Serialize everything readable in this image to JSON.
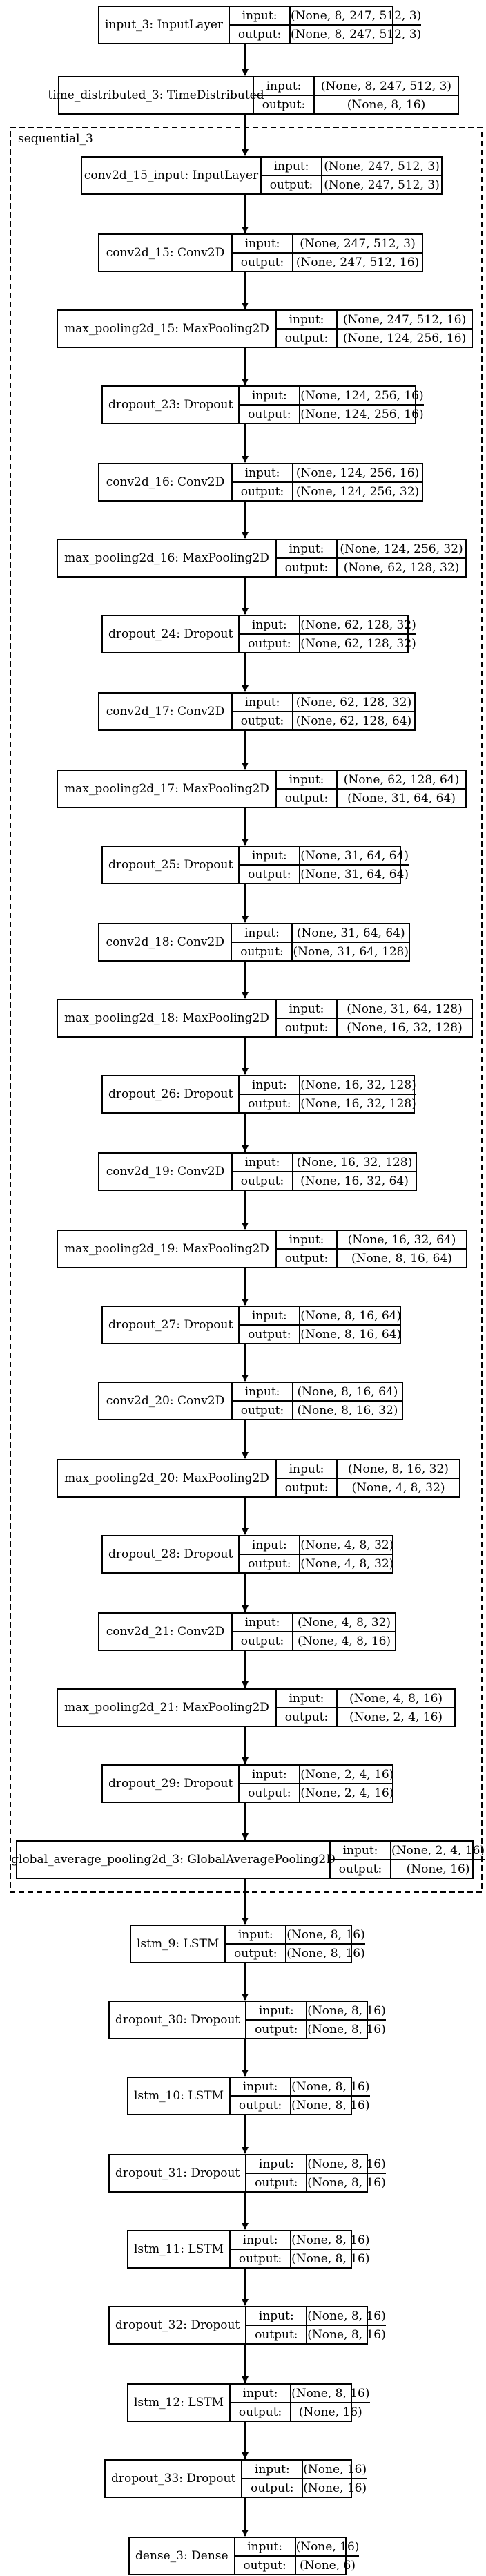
{
  "cluster": {
    "label": "sequential_3"
  },
  "layers": [
    {
      "name": "input_3: InputLayer",
      "input": "(None, 8, 247, 512, 3)",
      "output": "(None, 8, 247, 512, 3)"
    },
    {
      "name": "time_distributed_3: TimeDistributed",
      "input": "(None, 8, 247, 512, 3)",
      "output": "(None, 8, 16)"
    },
    {
      "name": "conv2d_15_input: InputLayer",
      "input": "(None, 247, 512, 3)",
      "output": "(None, 247, 512, 3)"
    },
    {
      "name": "conv2d_15: Conv2D",
      "input": "(None, 247, 512, 3)",
      "output": "(None, 247, 512, 16)"
    },
    {
      "name": "max_pooling2d_15: MaxPooling2D",
      "input": "(None, 247, 512, 16)",
      "output": "(None, 124, 256, 16)"
    },
    {
      "name": "dropout_23: Dropout",
      "input": "(None, 124, 256, 16)",
      "output": "(None, 124, 256, 16)"
    },
    {
      "name": "conv2d_16: Conv2D",
      "input": "(None, 124, 256, 16)",
      "output": "(None, 124, 256, 32)"
    },
    {
      "name": "max_pooling2d_16: MaxPooling2D",
      "input": "(None, 124, 256, 32)",
      "output": "(None, 62, 128, 32)"
    },
    {
      "name": "dropout_24: Dropout",
      "input": "(None, 62, 128, 32)",
      "output": "(None, 62, 128, 32)"
    },
    {
      "name": "conv2d_17: Conv2D",
      "input": "(None, 62, 128, 32)",
      "output": "(None, 62, 128, 64)"
    },
    {
      "name": "max_pooling2d_17: MaxPooling2D",
      "input": "(None, 62, 128, 64)",
      "output": "(None, 31, 64, 64)"
    },
    {
      "name": "dropout_25: Dropout",
      "input": "(None, 31, 64, 64)",
      "output": "(None, 31, 64, 64)"
    },
    {
      "name": "conv2d_18: Conv2D",
      "input": "(None, 31, 64, 64)",
      "output": "(None, 31, 64, 128)"
    },
    {
      "name": "max_pooling2d_18: MaxPooling2D",
      "input": "(None, 31, 64, 128)",
      "output": "(None, 16, 32, 128)"
    },
    {
      "name": "dropout_26: Dropout",
      "input": "(None, 16, 32, 128)",
      "output": "(None, 16, 32, 128)"
    },
    {
      "name": "conv2d_19: Conv2D",
      "input": "(None, 16, 32, 128)",
      "output": "(None, 16, 32, 64)"
    },
    {
      "name": "max_pooling2d_19: MaxPooling2D",
      "input": "(None, 16, 32, 64)",
      "output": "(None, 8, 16, 64)"
    },
    {
      "name": "dropout_27: Dropout",
      "input": "(None, 8, 16, 64)",
      "output": "(None, 8, 16, 64)"
    },
    {
      "name": "conv2d_20: Conv2D",
      "input": "(None, 8, 16, 64)",
      "output": "(None, 8, 16, 32)"
    },
    {
      "name": "max_pooling2d_20: MaxPooling2D",
      "input": "(None, 8, 16, 32)",
      "output": "(None, 4, 8, 32)"
    },
    {
      "name": "dropout_28: Dropout",
      "input": "(None, 4, 8, 32)",
      "output": "(None, 4, 8, 32)"
    },
    {
      "name": "conv2d_21: Conv2D",
      "input": "(None, 4, 8, 32)",
      "output": "(None, 4, 8, 16)"
    },
    {
      "name": "max_pooling2d_21: MaxPooling2D",
      "input": "(None, 4, 8, 16)",
      "output": "(None, 2, 4, 16)"
    },
    {
      "name": "dropout_29: Dropout",
      "input": "(None, 2, 4, 16)",
      "output": "(None, 2, 4, 16)"
    },
    {
      "name": "global_average_pooling2d_3: GlobalAveragePooling2D",
      "input": "(None, 2, 4, 16)",
      "output": "(None, 16)"
    },
    {
      "name": "lstm_9: LSTM",
      "input": "(None, 8, 16)",
      "output": "(None, 8, 16)"
    },
    {
      "name": "dropout_30: Dropout",
      "input": "(None, 8, 16)",
      "output": "(None, 8, 16)"
    },
    {
      "name": "lstm_10: LSTM",
      "input": "(None, 8, 16)",
      "output": "(None, 8, 16)"
    },
    {
      "name": "dropout_31: Dropout",
      "input": "(None, 8, 16)",
      "output": "(None, 8, 16)"
    },
    {
      "name": "lstm_11: LSTM",
      "input": "(None, 8, 16)",
      "output": "(None, 8, 16)"
    },
    {
      "name": "dropout_32: Dropout",
      "input": "(None, 8, 16)",
      "output": "(None, 8, 16)"
    },
    {
      "name": "lstm_12: LSTM",
      "input": "(None, 8, 16)",
      "output": "(None, 16)"
    },
    {
      "name": "dropout_33: Dropout",
      "input": "(None, 16)",
      "output": "(None, 16)"
    },
    {
      "name": "dense_3: Dense",
      "input": "(None, 16)",
      "output": "(None, 6)"
    }
  ],
  "labels": {
    "input": "input:",
    "output": "output:"
  }
}
